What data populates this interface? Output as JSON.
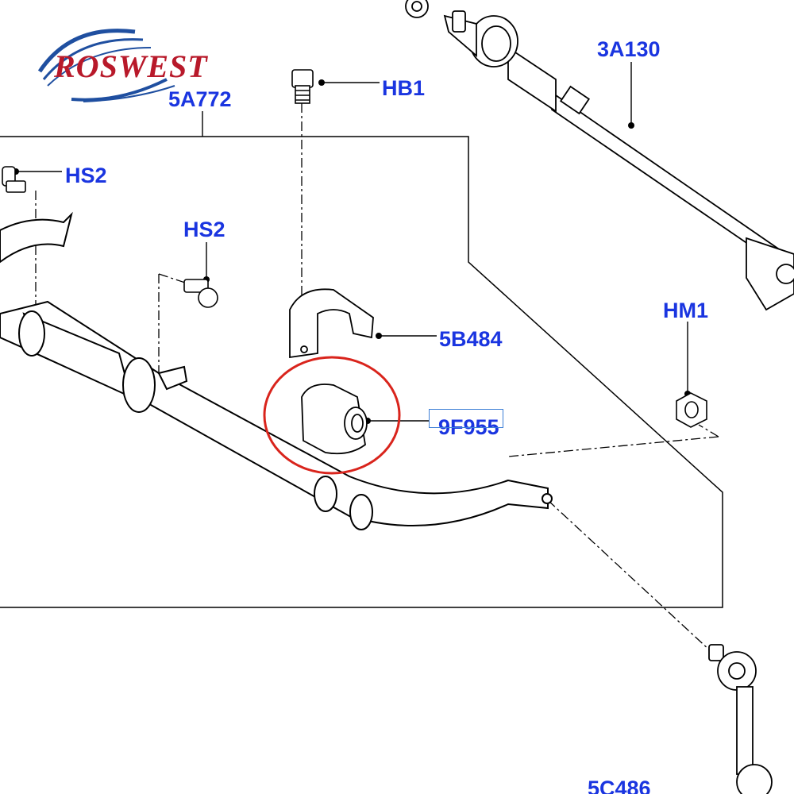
{
  "logo": {
    "text": "ROSWEST",
    "text_color": "#b8192a",
    "swoosh_color": "#1f4fa0"
  },
  "callouts": {
    "c5A772": "5A772",
    "cHB1": "HB1",
    "cHS2a": "HS2",
    "cHS2b": "HS2",
    "c3A130": "3A130",
    "c5B484": "5B484",
    "c9F955": "9F955",
    "cHM1": "HM1",
    "c5C486": "5C486"
  },
  "colors": {
    "callout_text": "#1a35e0",
    "highlight_circle": "#d9241c",
    "line_art": "#000000"
  },
  "highlight": {
    "part": "9F955"
  }
}
